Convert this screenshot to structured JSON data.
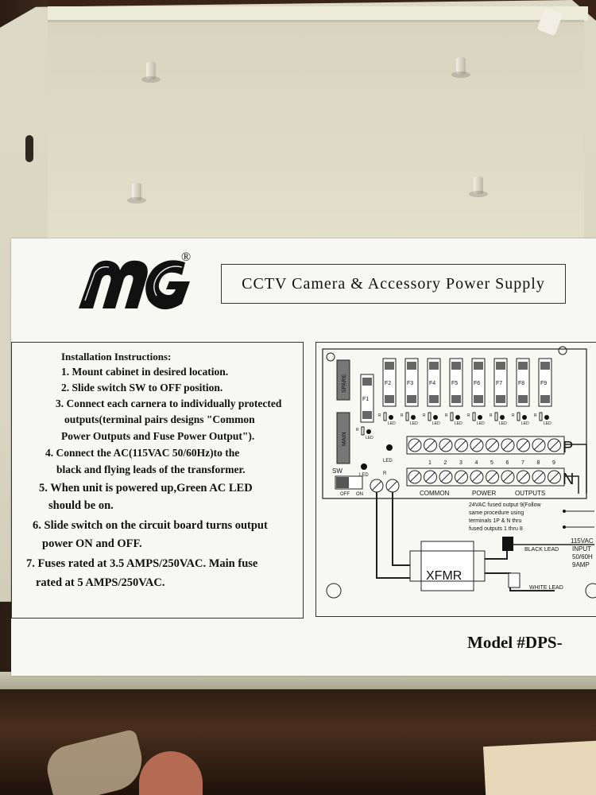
{
  "label": {
    "brand": "MG",
    "registered_mark": "®",
    "title": "CCTV Camera & Accessory Power Supply",
    "model": "Model  #DPS-"
  },
  "instructions": {
    "heading": "Installation Instructions:",
    "lines": [
      "1. Mount cabinet in desired location.",
      "2. Slide switch SW to OFF position.",
      "3. Connect each carnera to individually protected",
      "outputs(terminal pairs designs  \"Common",
      "Power Outputs and Fuse Power Output\").",
      "4. Connect the AC(115VAC 50/60Hz)to the",
      "black and flying leads of the transformer.",
      "5. When unit is powered up,Green AC LED",
      "should be on.",
      "6. Slide switch on the circuit board turns output",
      "power ON and OFF.",
      "7. Fuses rated at 3.5 AMPS/250VAC. Main fuse",
      "rated at 5 AMPS/250VAC."
    ]
  },
  "diagram": {
    "spare_label": "SPARE",
    "main_label": "MAIN",
    "fuses": [
      "F1",
      "F2",
      "F3",
      "F4",
      "F5",
      "F6",
      "F7",
      "F8",
      "F9"
    ],
    "led_label": "LED",
    "r_label": "R",
    "terminal_numbers": [
      "1",
      "2",
      "3",
      "4",
      "5",
      "6",
      "7",
      "8",
      "9"
    ],
    "p_label": "P",
    "n_label": "N",
    "sw_label": "SW",
    "off_label": "OFF",
    "on_label": "ON",
    "common_label": "COMMON",
    "power_label": "POWER",
    "outputs_label": "OUTPUTS",
    "note_lines": [
      "24VAC fused output 9(Follow",
      "same procedure using",
      "terminals 1P & N thru",
      "fused outputs 1 thru 8"
    ],
    "black_lead": "BLACK LEAD",
    "white_lead": "WHITE LEAD",
    "xfmr": "XFMR",
    "input_lines": [
      "115VAC",
      "INPUT",
      "50/60H",
      "9AMP"
    ]
  }
}
